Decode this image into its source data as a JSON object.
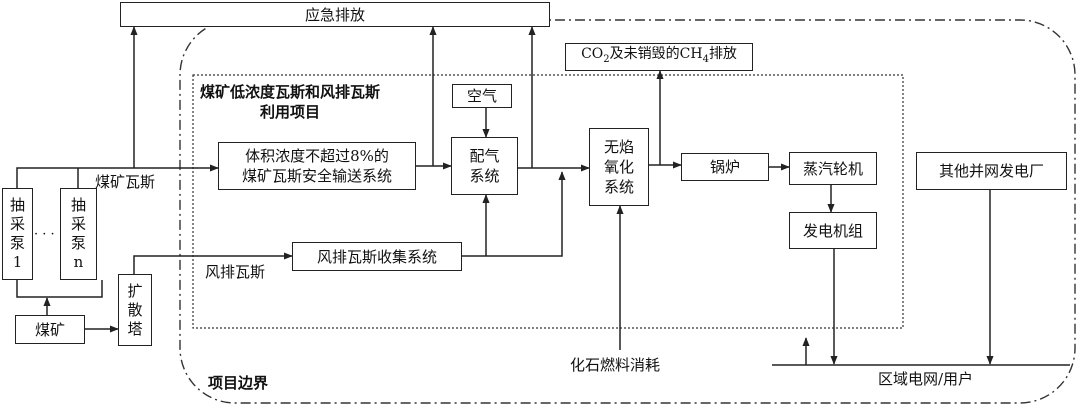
{
  "boxes": {
    "emergency": "应急排放",
    "co2": {
      "pre": "CO",
      "sub1": "2",
      "mid": "及未销毁的CH",
      "sub2": "4",
      "post": "排放"
    },
    "air": "空气",
    "transport": "体积浓度不超过8%的\n煤矿瓦斯安全输送系统",
    "mixing": "配气\n系统",
    "oxidation": "无焰\n氧化\n系统",
    "boiler": "锅炉",
    "turbine": "蒸汽轮机",
    "generator": "发电机组",
    "other_plants": "其他并网发电厂",
    "ventilation_collect": "风排瓦斯收集系统",
    "pump1": [
      "抽",
      "采",
      "泵",
      "1"
    ],
    "pumpn": [
      "抽",
      "采",
      "泵",
      "n"
    ],
    "diffuser": [
      "扩",
      "散",
      "塔"
    ],
    "coal_mine": "煤矿"
  },
  "labels": {
    "project_title": "煤矿低浓度瓦斯和风排瓦斯\n利用项目",
    "coal_gas": "煤矿瓦斯",
    "vent_gas": "风排瓦斯",
    "fossil": "化石燃料消耗",
    "grid": "区域电网/用户",
    "boundary": "项目边界",
    "dots": "· · ·"
  }
}
